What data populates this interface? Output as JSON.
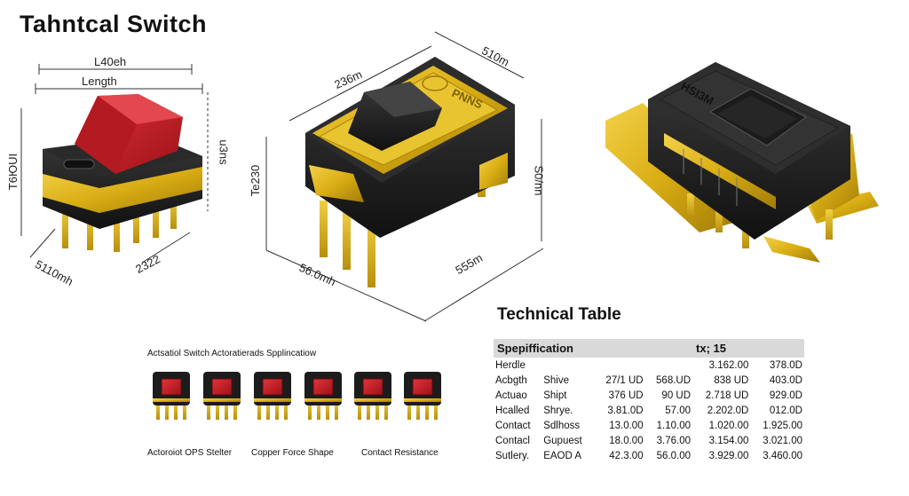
{
  "title": "Tahntcal Switch",
  "dimensions": {
    "left": {
      "top_label": "L40eh",
      "length_label": "Length",
      "left_side": "T6ЮUI",
      "right_side": "u3ns",
      "bottom_left": "5110mh",
      "bottom_right": "2322"
    },
    "center": {
      "top_left": "236m",
      "top_right": "510m",
      "left_side": "Te230",
      "right_side": "S0/nn",
      "bottom_left": "56.0mh",
      "bottom_right": "555m"
    }
  },
  "switch_labels": {
    "center_logo": "PNNS",
    "right_logo": "HSI3M"
  },
  "table": {
    "title": "Technical Table",
    "header": [
      "Spepiffication",
      "tx; 15"
    ],
    "rows": [
      [
        "Herdle",
        "",
        "",
        "",
        "3.162.00",
        "378.0D"
      ],
      [
        "Acbgth",
        "Shive",
        "27/1 UD",
        "568.UD",
        "838 UD",
        "403.0D"
      ],
      [
        "Actuao",
        "Shipt",
        "376 UD",
        "90 UD",
        "2.718 UD",
        "929.0D"
      ],
      [
        "Hcalled",
        "Shrye.",
        "3.81.0D",
        "57.00",
        "2.202.0D",
        "012.0D"
      ],
      [
        "Contact",
        "Sdlhoss",
        "13.0.00",
        "1.10.00",
        "1.020.00",
        "1.925.00"
      ],
      [
        "Contacl",
        "Gupuest",
        "18.0.00",
        "3.76.00",
        "3.154.00",
        "3.021.00"
      ],
      [
        "Sutlery.",
        "EAOD A",
        "42.3.00",
        "56.0.00",
        "3.929.00",
        "3.460.00"
      ]
    ]
  },
  "applications": {
    "title": "Actsatiol Switch Actoratierads Spplincatiow",
    "captions": [
      "Actoroiot OPS Stelter",
      "Copper Force Shape",
      "Contact Resistance"
    ],
    "icon_count": 6
  },
  "colors": {
    "red": "#c8202a",
    "gold": "#e0b818",
    "black": "#1c1c1c"
  }
}
